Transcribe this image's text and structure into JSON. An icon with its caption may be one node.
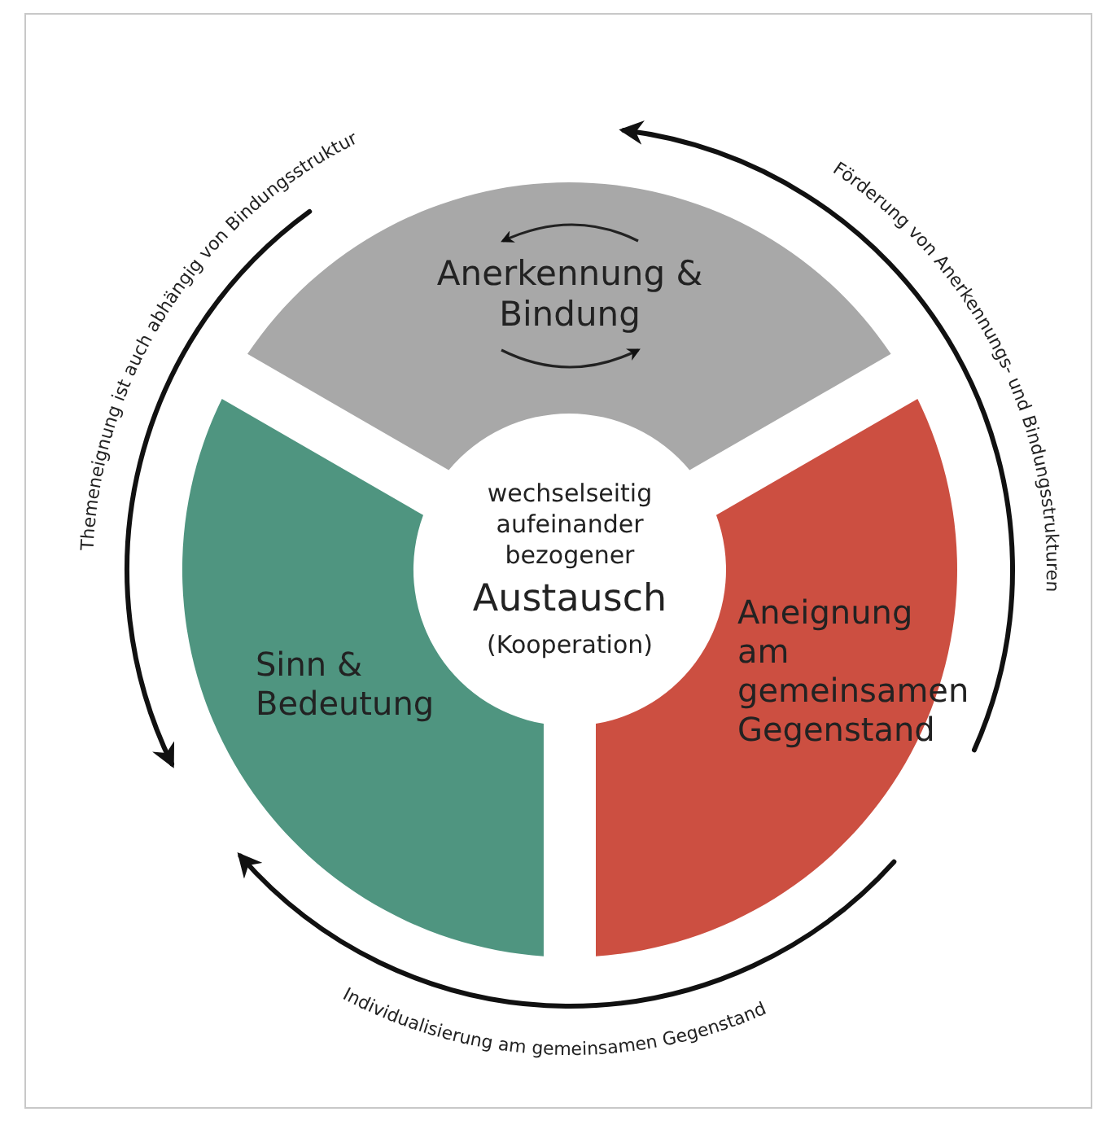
{
  "diagram": {
    "nodes": [
      {
        "text": [
          "Anerkennung & Bindung"
        ]
      },
      {
        "text": [
          "wechselseitig aufeinander bezogener",
          "Austausch",
          "(Kooperation)"
        ]
      },
      {
        "text": [
          "Sinn & Bedeutung"
        ]
      },
      {
        "text": [
          "Aneignung am gemeinsamen Gegenstand"
        ]
      }
    ],
    "edges": [
      {
        "from": 3,
        "to": 0,
        "arrow": "to",
        "label": "Förderung von Anerkennungs- und Bindungsstrukturen"
      },
      {
        "from": 0,
        "to": 2,
        "arrow": "to",
        "label": "Themeneignung ist auch abhängig von Bindungsstruktur"
      },
      {
        "from": 3,
        "to": 2,
        "arrow": "to",
        "label": "Individualisierung am gemeinsamen Gegenstand"
      }
    ]
  }
}
